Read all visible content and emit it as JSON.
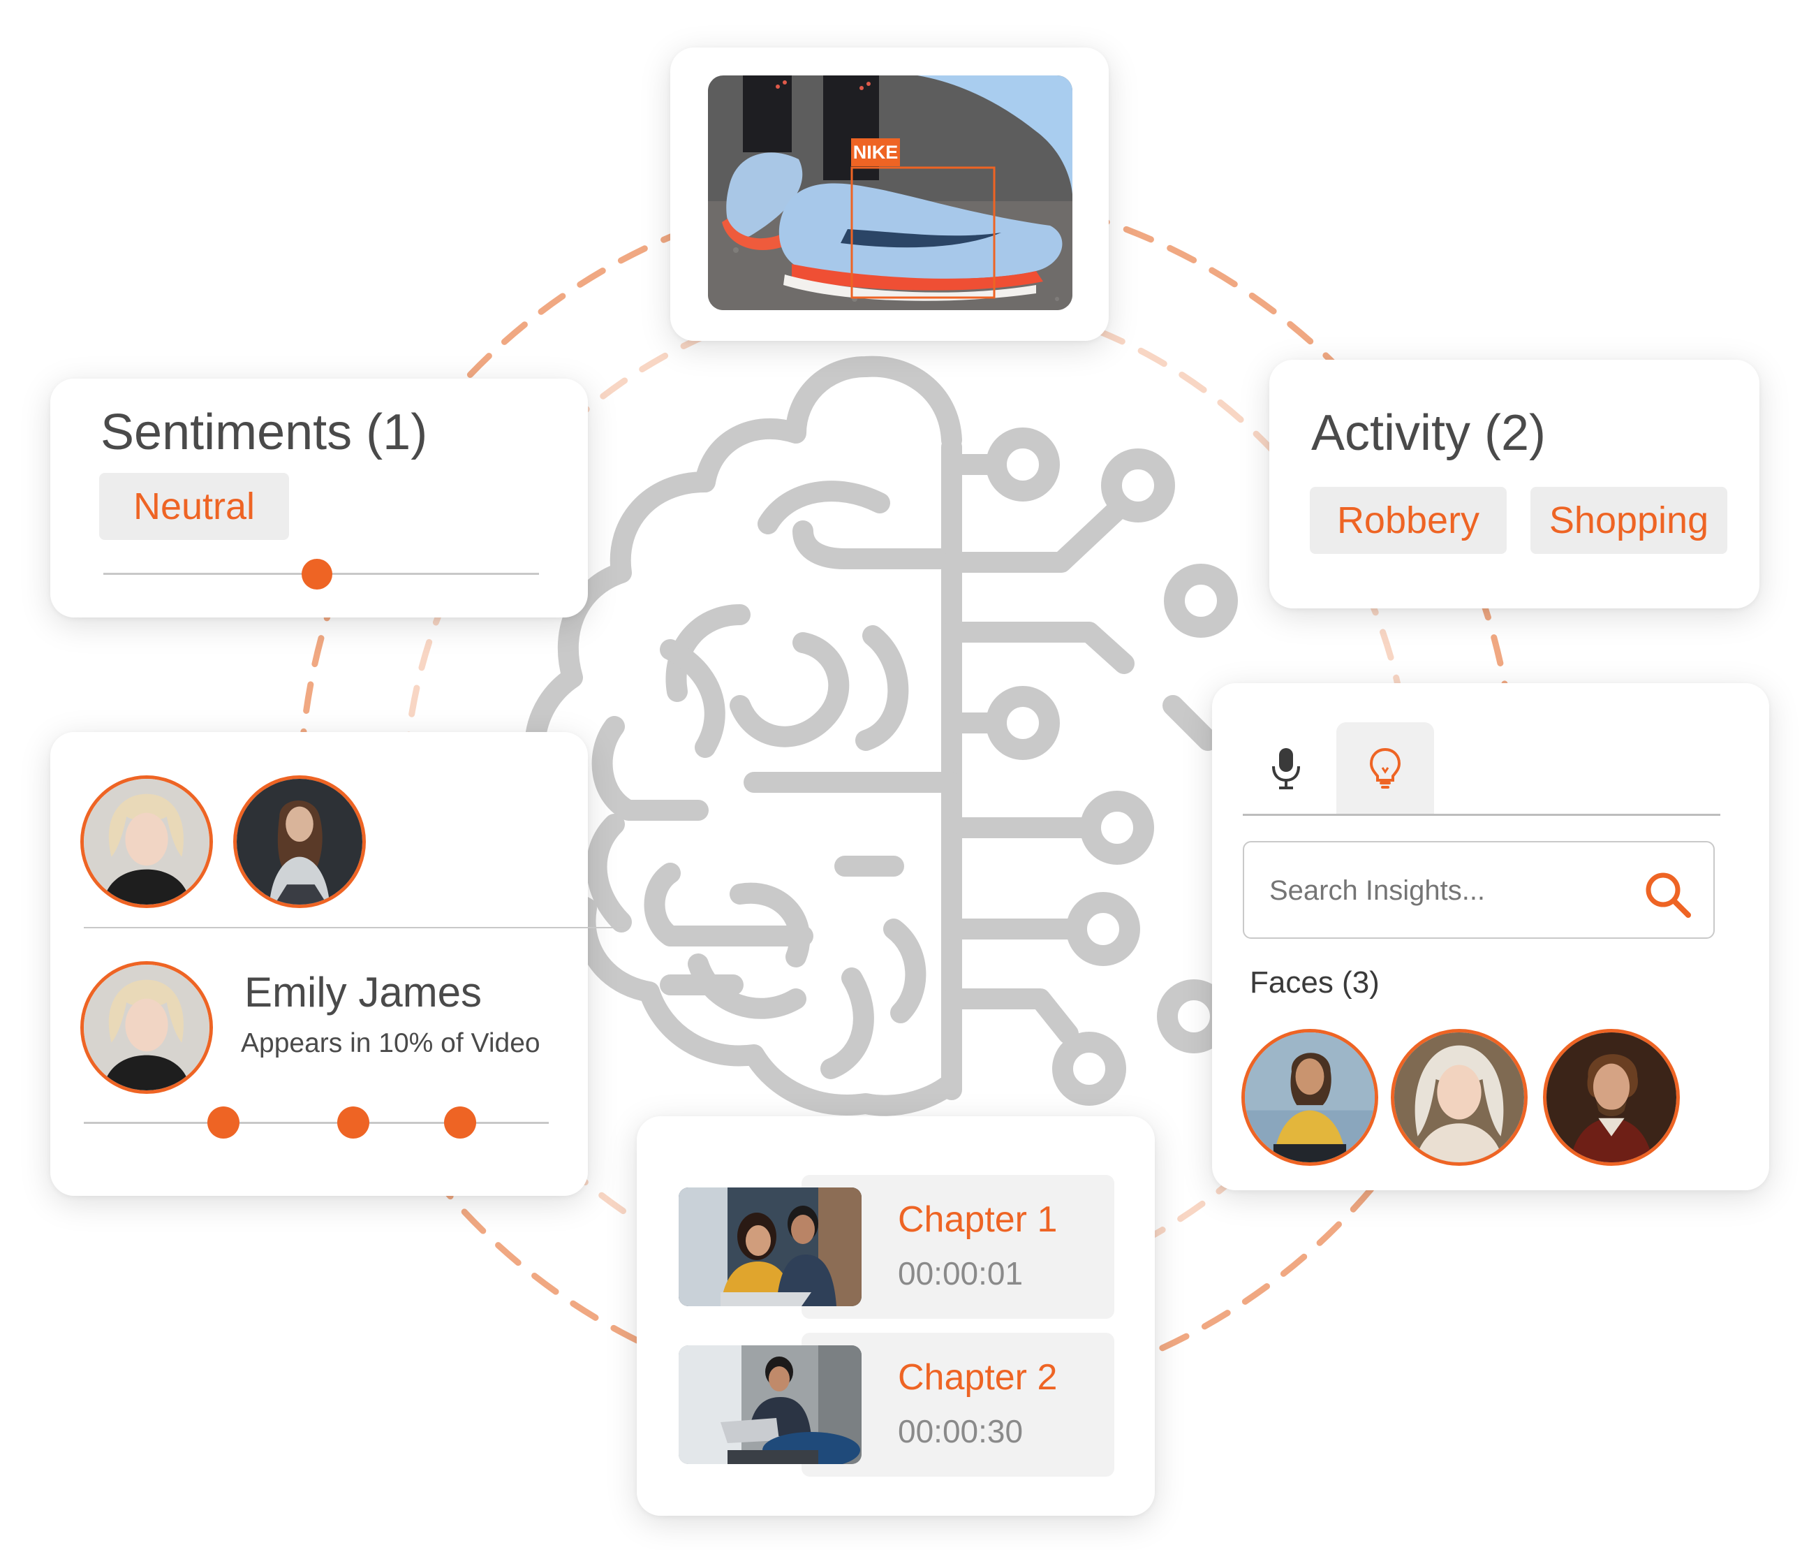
{
  "colors": {
    "accent": "#ee6424",
    "chip_bg": "#ededed",
    "brain": "#c9c9c9",
    "line": "#c8c8c8"
  },
  "detection": {
    "label": "NIKE"
  },
  "sentiments": {
    "title": "Sentiments (1)",
    "tags": [
      "Neutral"
    ],
    "level": 0.49
  },
  "activity": {
    "title": "Activity (2)",
    "tags": [
      "Robbery",
      "Shopping"
    ]
  },
  "person": {
    "name": "Emily James",
    "subtitle": "Appears in 10% of Video",
    "timeline_markers": [
      0.3,
      0.58,
      0.81
    ]
  },
  "insights": {
    "tabs": [
      {
        "icon": "microphone-icon",
        "active": false
      },
      {
        "icon": "lightbulb-icon",
        "active": true
      }
    ],
    "search_placeholder": "Search Insights...",
    "faces_label": "Faces (3)"
  },
  "chapters": [
    {
      "title": "Chapter 1",
      "time": "00:00:01"
    },
    {
      "title": "Chapter 2",
      "time": "00:00:30"
    }
  ]
}
